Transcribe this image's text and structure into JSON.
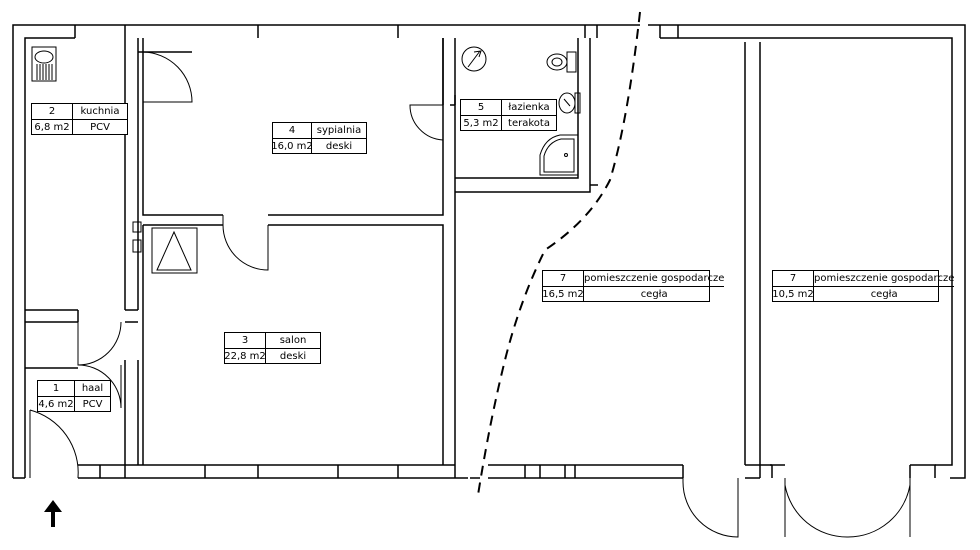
{
  "rooms": [
    {
      "number": "1",
      "name": "haal",
      "area": "4,6 m2",
      "floor": "PCV"
    },
    {
      "number": "2",
      "name": "kuchnia",
      "area": "6,8 m2",
      "floor": "PCV"
    },
    {
      "number": "3",
      "name": "salon",
      "area": "22,8 m2",
      "floor": "deski"
    },
    {
      "number": "4",
      "name": "sypialnia",
      "area": "16,0 m2",
      "floor": "deski"
    },
    {
      "number": "5",
      "name": "łazienka",
      "area": "5,3 m2",
      "floor": "terakota"
    },
    {
      "number": "7",
      "name": "pomieszczenie gospodarcze",
      "area": "16,5 m2",
      "floor": "cegła"
    },
    {
      "number": "7",
      "name": "pomieszczenie gospodarcze",
      "area": "10,5 m2",
      "floor": "cegła"
    }
  ],
  "icons": [
    "entrance-arrow-icon",
    "stove-icon",
    "sink-icon",
    "toilet-icon",
    "washbasin-icon",
    "shower-icon",
    "compass-icon",
    "chimney-icon"
  ]
}
